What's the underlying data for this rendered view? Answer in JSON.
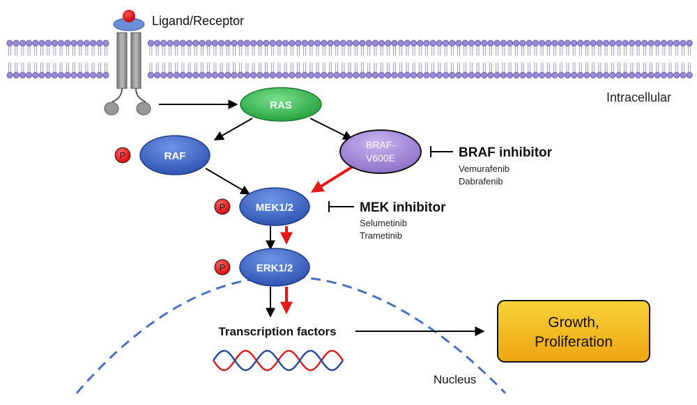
{
  "labels": {
    "ligand_receptor": "Ligand/Receptor",
    "intracellular": "Intracellular",
    "nucleus": "Nucleus",
    "transcription_factors": "Transcription factors",
    "outcome_line1": "Growth,",
    "outcome_line2": "Proliferation"
  },
  "nodes": {
    "ras": "RAS",
    "raf": "RAF",
    "braf_line1": "BRAF-",
    "braf_line2": "V600E",
    "mek": "MEK1/2",
    "erk": "ERK1/2",
    "phospho": "P"
  },
  "inhibitors": {
    "braf": {
      "title": "BRAF inhibitor",
      "drugs": [
        "Vemurafenib",
        "Dabrafenib"
      ]
    },
    "mek": {
      "title": "MEK inhibitor",
      "drugs": [
        "Selumetinib",
        "Trametinib"
      ]
    }
  },
  "colors": {
    "ras": "#2db34a",
    "kinase": "#3a62c4",
    "braf": "#9b7fd1",
    "phospho": "#e01818",
    "oncogenic_arrow": "#e01818",
    "membrane": "#9a8ad6",
    "nucleus_border": "#4a6fc1",
    "outcome_box": "#f3b21a",
    "dna_red": "#d62020",
    "dna_blue": "#2a4a9a"
  }
}
